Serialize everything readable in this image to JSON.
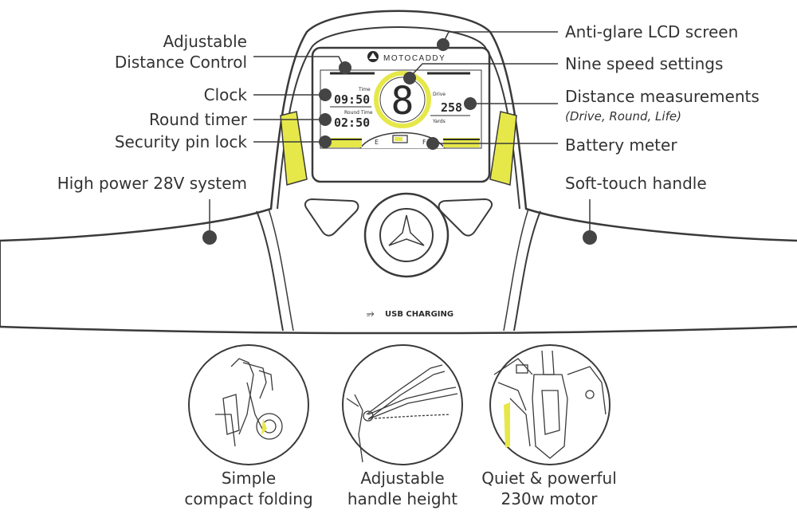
{
  "brand": "MOTOCADDY",
  "usb_label": "USB CHARGING",
  "lcd": {
    "clock_label": "Time",
    "clock_value": "09:50",
    "round_label": "Round Time",
    "round_value": "02:50",
    "speed_value": "8",
    "drive_label": "Drive",
    "distance_value": "258",
    "yards_label": "Yards",
    "empty_label": "E",
    "full_label": "F"
  },
  "callouts_left": {
    "adjustable_line1": "Adjustable",
    "adjustable_line2": "Distance Control",
    "clock": "Clock",
    "round_timer": "Round timer",
    "security": "Security pin lock",
    "power": "High power 28V system"
  },
  "callouts_right": {
    "lcd": "Anti-glare LCD screen",
    "speed": "Nine speed settings",
    "distance": "Distance measurements",
    "distance_sub": "(Drive, Round, Life)",
    "battery": "Battery meter",
    "handle": "Soft-touch handle"
  },
  "features": [
    {
      "line1": "Simple",
      "line2": "compact folding"
    },
    {
      "line1": "Adjustable",
      "line2": "handle height"
    },
    {
      "line1": "Quiet & powerful",
      "line2": "230w motor"
    }
  ],
  "colors": {
    "accent_yellow": "#e6e84a",
    "outline": "#3a3a3a",
    "dot": "#444444"
  }
}
